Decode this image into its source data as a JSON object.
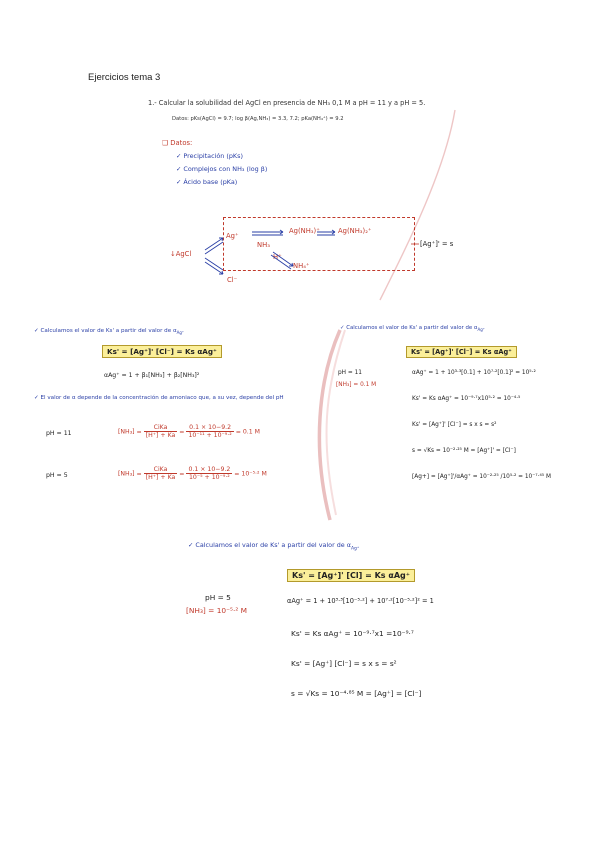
{
  "title": "Ejercicios tema 3",
  "problem": {
    "number": "1.-",
    "statement": "Calcular la solubilidad del AgCl en presencia de NH₃ 0,1 M a pH = 11 y a pH = 5.",
    "data": "Datos: pKs(AgCl) = 9.7; log β(Ag,NH₃) = 3.3, 7.2; pKa(NH₄⁺) = 9.2"
  },
  "datos": {
    "label": "Datos:",
    "items": [
      "Precipitación (pKs)",
      "Complejos con NH₃ (log β)",
      "Ácido base (pKa)"
    ]
  },
  "scheme": {
    "agcl": "↓AgCl",
    "ag": "Ag⁺",
    "agnh3": "Ag(NH₃)⁺",
    "agnh32": "Ag(NH₃)₂⁺",
    "nh3": "NH₃",
    "h": "H⁺",
    "nh4": "NH₄⁺",
    "cl": "Cl⁻",
    "result": "[Ag⁺]' = s"
  },
  "left": {
    "heading": "Calculamos el valor de Ks' a partir del valor de α",
    "heading_sub": "Ag⁺",
    "box": "Ks' = [Ag⁺]' [Cl⁻] = Ks αAg⁺",
    "alpha": "αAg⁺ = 1 + β₁[NH₃] + β₂[NH₃]²",
    "depends": "El valor de α depende de la concentración de amoniaco que, a su vez, depende del pH",
    "ph11_label": "pH = 11",
    "ph11_lhs": "[NH₃] =",
    "ph11_num1": "CiKa",
    "ph11_den1": "[H⁺] + Ka",
    "ph11_num2": "0.1 × 10−9.2",
    "ph11_den2": "10⁻¹¹ + 10⁻⁹·²",
    "ph11_result": "= 0.1 M",
    "ph5_label": "pH = 5",
    "ph5_lhs": "[NH₃] =",
    "ph5_num1": "CiKa",
    "ph5_den1": "[H⁺] + Ka",
    "ph5_num2": "0.1 × 10−9.2",
    "ph5_den2": "10⁻⁵ + 10⁻⁹·²",
    "ph5_result": "= 10⁻⁵·² M"
  },
  "right": {
    "heading": "Calculamos el valor de Ks' a partir del valor de α",
    "heading_sub": "Ag⁺",
    "box": "Ks' = [Ag⁺]' [Cl⁻] = Ks αAg⁺",
    "ph_label": "pH = 11",
    "conc_label": "[NH₃] = 0.1 M",
    "lines": [
      "αAg⁺ = 1 + 10³·³[0.1] + 10⁷·²[0.1]² = 10⁵·²",
      "Ks' = Ks αAg⁺ = 10⁻⁹·⁷x10⁵·² = 10⁻⁴·⁵",
      "Ks' = [Ag⁺]' [Cl⁻] = s x s = s²",
      "s = √Ks = 10⁻²·²⁵ M = [Ag⁺]' = [Cl⁻]",
      "[Ag+] = [Ag⁺]'/αAg⁺ = 10⁻²·²⁵ /10⁵·² = 10⁻⁷·⁴⁵ M"
    ]
  },
  "bottom": {
    "heading": "Calculamos el valor de Ks' a partir del valor de α",
    "heading_sub": "Ag⁺",
    "box": "Ks' = [Ag⁺]' [Cl] = Ks αAg⁺",
    "ph_label": "pH = 5",
    "conc_label": "[NH₃] = 10⁻⁵·² M",
    "lines": [
      "αAg⁺ = 1 + 10³·³[10⁻⁵·²] + 10⁷·²[10⁻⁵·²]² = 1",
      "Ks' = Ks αAg⁺ = 10⁻⁹·⁷x1 =10⁻⁹·⁷",
      "Ks' = [Ag⁺] [Cl⁻] = s x s = s²",
      "s = √Ks = 10⁻⁴·⁸⁵ M = [Ag⁺] = [Cl⁻]"
    ]
  },
  "colors": {
    "accent_red": "#c0392b",
    "accent_blue": "#2a3fa6",
    "highlight": "#fbef9a"
  }
}
